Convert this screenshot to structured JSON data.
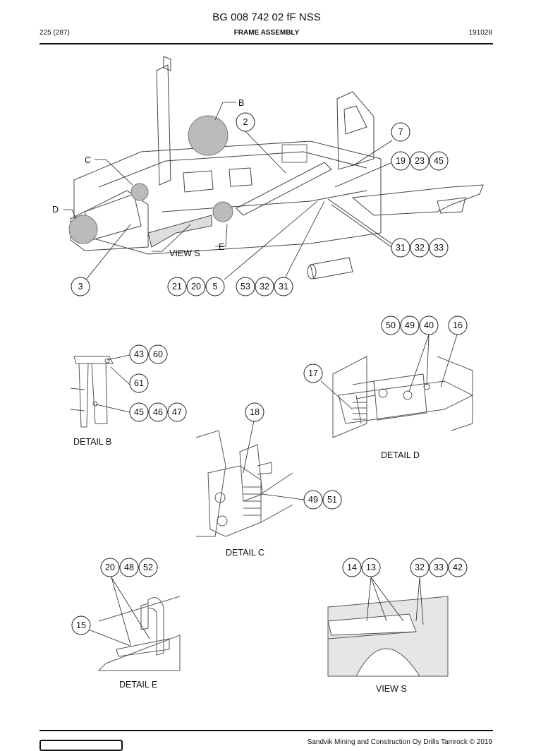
{
  "header": {
    "doc_title": "BG 008 742 02 fF NSS",
    "page": "225 (287)",
    "section": "FRAME ASSEMBLY",
    "date_code": "191028"
  },
  "labels": {
    "B": "B",
    "C": "C",
    "D": "D",
    "E": "E",
    "view_s": "VIEW S",
    "detail_b": "DETAIL B",
    "detail_c": "DETAIL C",
    "detail_d": "DETAIL D",
    "detail_e": "DETAIL E",
    "view_s_detail": "VIEW S"
  },
  "callouts": {
    "c2": "2",
    "c7": "7",
    "c19": "19",
    "c23": "23",
    "c45": "45",
    "c31": "31",
    "c32": "32",
    "c33": "33",
    "c3": "3",
    "c21": "21",
    "c20": "20",
    "c5": "5",
    "c53": "53",
    "c32b": "32",
    "c31b": "31",
    "c50": "50",
    "c49": "49",
    "c40": "40",
    "c16": "16",
    "c43": "43",
    "c60": "60",
    "c61": "61",
    "c45b": "45",
    "c46": "46",
    "c47": "47",
    "c17": "17",
    "c18": "18",
    "c49b": "49",
    "c51": "51",
    "c20b": "20",
    "c48": "48",
    "c52": "52",
    "c15": "15",
    "c14": "14",
    "c13": "13",
    "c32c": "32",
    "c33b": "33",
    "c42": "42"
  },
  "footer": {
    "copyright": "Sandvik Mining and Construction Oy Drills Tamrock © 2019"
  }
}
